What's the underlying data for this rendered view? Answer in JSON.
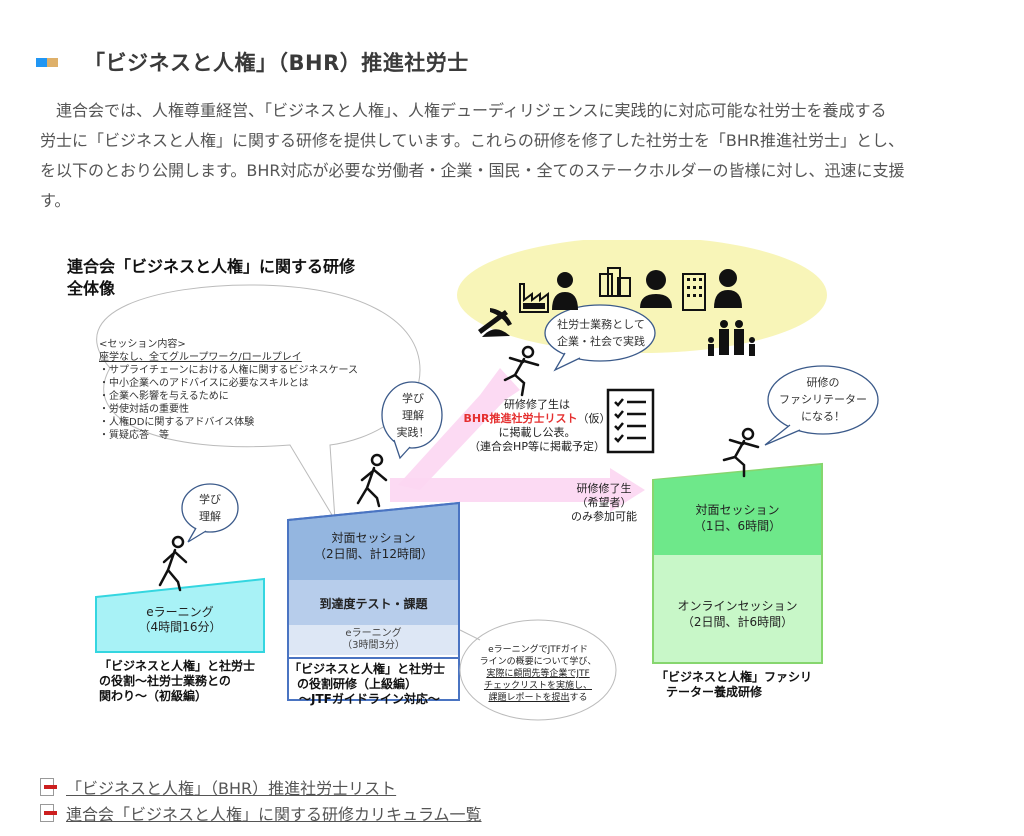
{
  "section": {
    "title": "「ビジネスと人権」（BHR）推進社労士",
    "mark_colors": [
      "#2196f3",
      "#deb06a"
    ]
  },
  "intro": {
    "lines": [
      "　連合会では、人権尊重経営、「ビジネスと人権」、人権デューディリジェンスに実践的に対応可能な社労士を養成する",
      "労士に「ビジネスと人権」に関する研修を提供しています。これらの研修を修了した社労士を「BHR推進社労士」とし、",
      "を以下のとおり公開します。BHR対応が必要な労働者・企業・国民・全てのステークホルダーの皆様に対し、迅速に支援",
      "す。"
    ]
  },
  "figure": {
    "title_line1": "連合会「ビジネスと人権」に関する研修",
    "title_line2": "全体像",
    "session_content": {
      "heading": "<セッション内容>",
      "subheading": "座学なし、全てグループワーク/ロールプレイ",
      "items": [
        "・サプライチェーンにおける人権に関するビジネスケース",
        "・中小企業へのアドバイスに必要なスキルとは",
        "・企業へ影響を与えるために",
        "・労使対話の重要性",
        "・人権DDに関するアドバイス体験",
        "・質疑応答　等"
      ]
    },
    "bubbles": {
      "learn": [
        "学び",
        "理解"
      ],
      "practice": [
        "学び",
        "理解",
        "実践！"
      ],
      "society": [
        "社労士業務として",
        "企業・社会で実践"
      ],
      "facilitator": [
        "研修の",
        "ファシリテーター",
        "になる！"
      ]
    },
    "list_note": {
      "line1": "研修修了生は",
      "highlight": "BHR推進社労士リスト",
      "suffix": "（仮）",
      "line3": "に掲載し公表。",
      "line4": "（連合会HP等に掲載予定）"
    },
    "join_note": [
      "研修修了生",
      "（希望者）",
      "のみ参加可能"
    ],
    "elearning_note": {
      "lines": [
        "eラーニングでJTFガイド",
        "ラインの概要について学び、"
      ],
      "underlined": [
        "実際に顧問先等企業でJTF",
        "チェックリストを実施し、",
        "課題レポートを提出"
      ],
      "tail": "する"
    },
    "steps": {
      "beginner": {
        "box_line1": "eラーニング",
        "box_line2": "（4時間16分）",
        "caption": [
          "「ビジネスと人権」と社労士",
          "の役割～社労士業務との",
          "関わり～（初級編）"
        ],
        "color": "#a8f2f6"
      },
      "advanced": {
        "session_line1": "対面セッション",
        "session_line2": "（2日間、計12時間）",
        "test": "到達度テスト・課題",
        "elearn_line1": "eラーニング",
        "elearn_line2": "（3時間3分）",
        "caption": [
          "「ビジネスと人権」と社労士",
          "の役割研修（上級編）",
          "～JTFガイドライン対応～"
        ],
        "color": "#94b6e0"
      },
      "facilitator": {
        "session_line1": "対面セッション",
        "session_line2": "（1日、6時間）",
        "online_line1": "オンラインセッション",
        "online_line2": "（2日間、計6時間）",
        "caption": [
          "「ビジネスと人権」ファシリ",
          "テーター養成研修"
        ],
        "color": "#6ee88a"
      }
    }
  },
  "links": [
    {
      "label": "「ビジネスと人権」（BHR）推進社労士リスト"
    },
    {
      "label": "連合会「ビジネスと人権」に関する研修カリキュラム一覧"
    }
  ]
}
